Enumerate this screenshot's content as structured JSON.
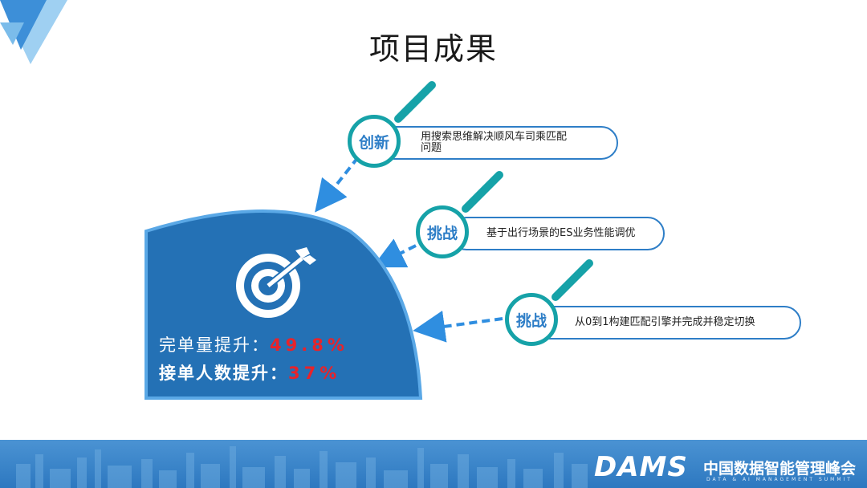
{
  "slide": {
    "title": "项目成果"
  },
  "results": {
    "icon": "target-icon",
    "stat1_label": "完单量提升：",
    "stat1_value": "49.8%",
    "stat2_label": "接单人数提升：",
    "stat2_value": "37%"
  },
  "points": [
    {
      "tag": "创新",
      "text_line1": "用搜索思维解决顺风车司乘匹配",
      "text_line2": "问题",
      "icon": "magnifier-icon"
    },
    {
      "tag": "挑战",
      "text_line1": "基于出行场景的ES业务性能调优",
      "icon": "magnifier-icon"
    },
    {
      "tag": "挑战",
      "text_line1": "从0到1构建匹配引擎并完成并稳定切换",
      "icon": "magnifier-icon"
    }
  ],
  "footer": {
    "brand": "DAMS",
    "summit_cn": "中国数据智能管理峰会",
    "summit_en": "DATA & AI MANAGEMENT SUMMIT"
  },
  "colors": {
    "primary_blue": "#2471b5",
    "accent_teal": "#16a2a8",
    "highlight_red": "#e8232a",
    "pill_border": "#2e7ec7"
  }
}
